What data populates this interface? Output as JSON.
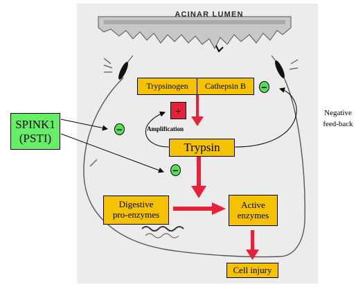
{
  "title": "ACINAR LUMEN",
  "inhibitor": {
    "line1": "SPINK1",
    "line2": "(PSTI)"
  },
  "boxes": {
    "trypsinogen": "Trypsinogen",
    "cathepsin": "Cathepsin B",
    "trypsin": "Trypsin",
    "digestive_line1": "Digestive",
    "digestive_line2": "pro-enzymes",
    "active_line1": "Active",
    "active_line2": "enzymes",
    "cell_injury": "Cell injury"
  },
  "symbols": {
    "plus": "+",
    "minus": "−"
  },
  "labels": {
    "amplification": "Amplification",
    "negative_line1": "Negative",
    "negative_line2": "feed-back"
  },
  "colors": {
    "box_fill": "#f5c200",
    "arrow_red": "#e8203a",
    "inhibitor_green": "#66ee66",
    "minus_green": "#55e055",
    "panel_gray": "#ececec"
  }
}
